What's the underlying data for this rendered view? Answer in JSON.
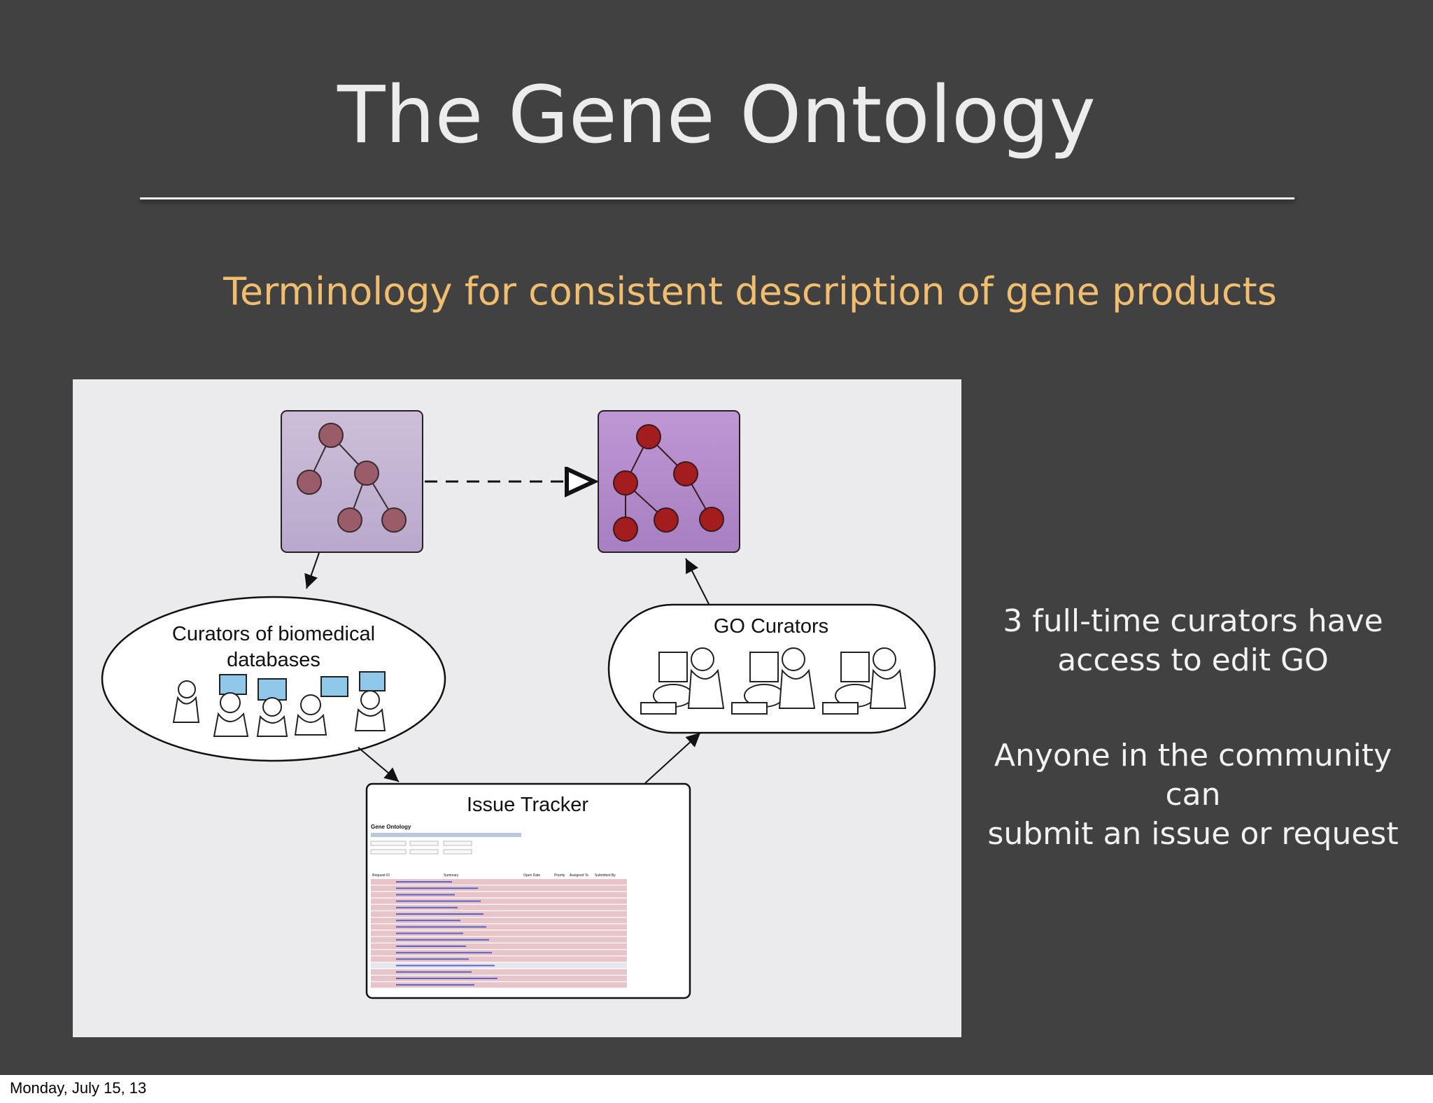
{
  "slide": {
    "title": "The Gene Ontology",
    "subtitle": "Terminology for consistent description of gene products",
    "note_1_line_1": "3 full-time curators have",
    "note_1_line_2": "access to edit GO",
    "note_2_line_1": "Anyone in the community can",
    "note_2_line_2": "submit an issue or request",
    "footer_date": "Monday, July 15, 13"
  },
  "diagram": {
    "curators_label_line_1": "Curators of biomedical",
    "curators_label_line_2": "databases",
    "go_curators_label": "GO Curators",
    "issue_tracker_label": "Issue Tracker",
    "tracker_app_name": "Gene Ontology",
    "tracker_columns": [
      "Request ID",
      "Summary",
      "Open Date",
      "Priority",
      "Assigned To",
      "Submitted By"
    ]
  },
  "colors": {
    "background": "#414141",
    "subtitle": "#f0be6e",
    "ontology_box_old": "#c4b3d3",
    "ontology_box_new": "#b48ccc",
    "node_old": "#9a5c68",
    "node_new": "#a31c1e"
  },
  "icons": [
    "ontology-tree-icon",
    "curator-computer-icon",
    "issue-tracker-screenshot"
  ]
}
